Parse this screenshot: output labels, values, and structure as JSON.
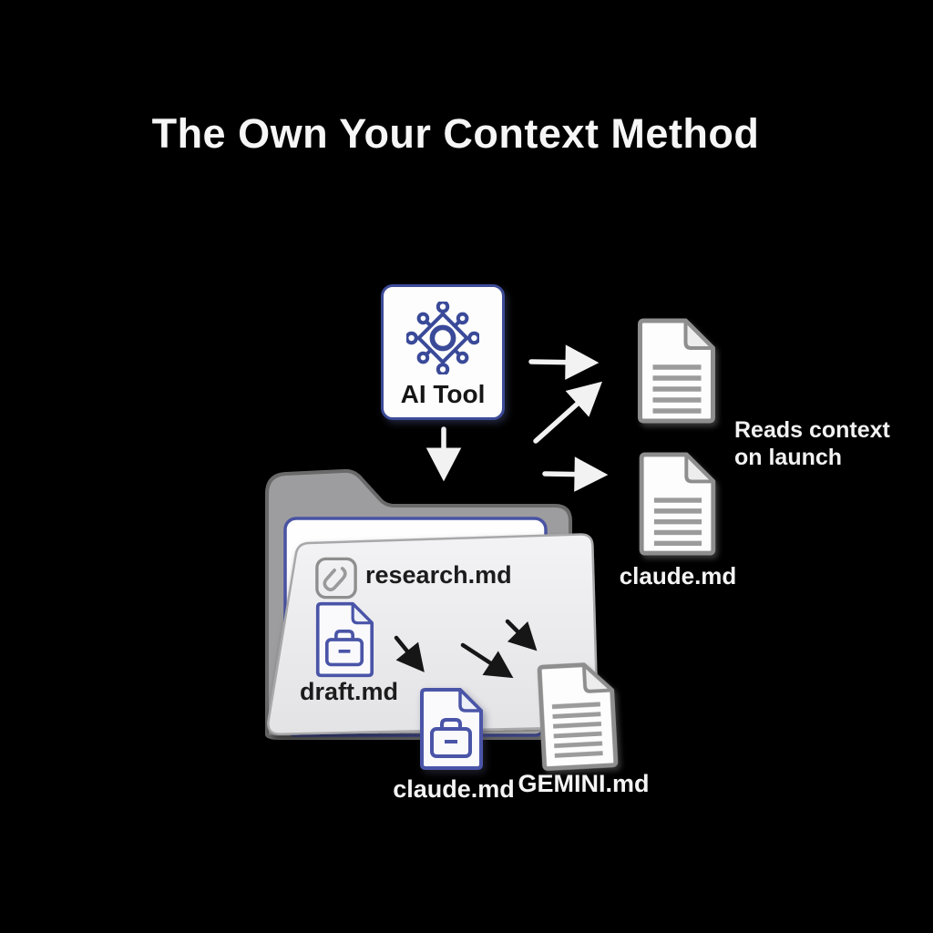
{
  "title": "The Own Your Context Method",
  "ai_tool": {
    "label": "AI Tool",
    "icon": "ai-network-icon"
  },
  "right_column": {
    "annotation_line1": "Reads context",
    "annotation_line2": "on launch",
    "bottom_doc_label": "claude.md"
  },
  "folder": {
    "files": [
      {
        "label": "research.md",
        "icon": "link-icon"
      },
      {
        "label": "draft.md",
        "icon": "briefcase-document-icon"
      }
    ]
  },
  "outputs": {
    "claude_label": "claude.md",
    "gemini_label": "GEMINI.md"
  },
  "colors": {
    "background": "#000000",
    "accent_blue": "#3c4a97",
    "doc_border_gray": "#8e8e8e",
    "doc_line_gray": "#9b9b9b",
    "folder_gray": "#9d9d9f",
    "card_gray": "#ececee",
    "text_light": "#f5f5f5",
    "text_dark": "#1c1c1c",
    "arrow_white": "#f2f2f2",
    "arrow_black": "#161616"
  }
}
